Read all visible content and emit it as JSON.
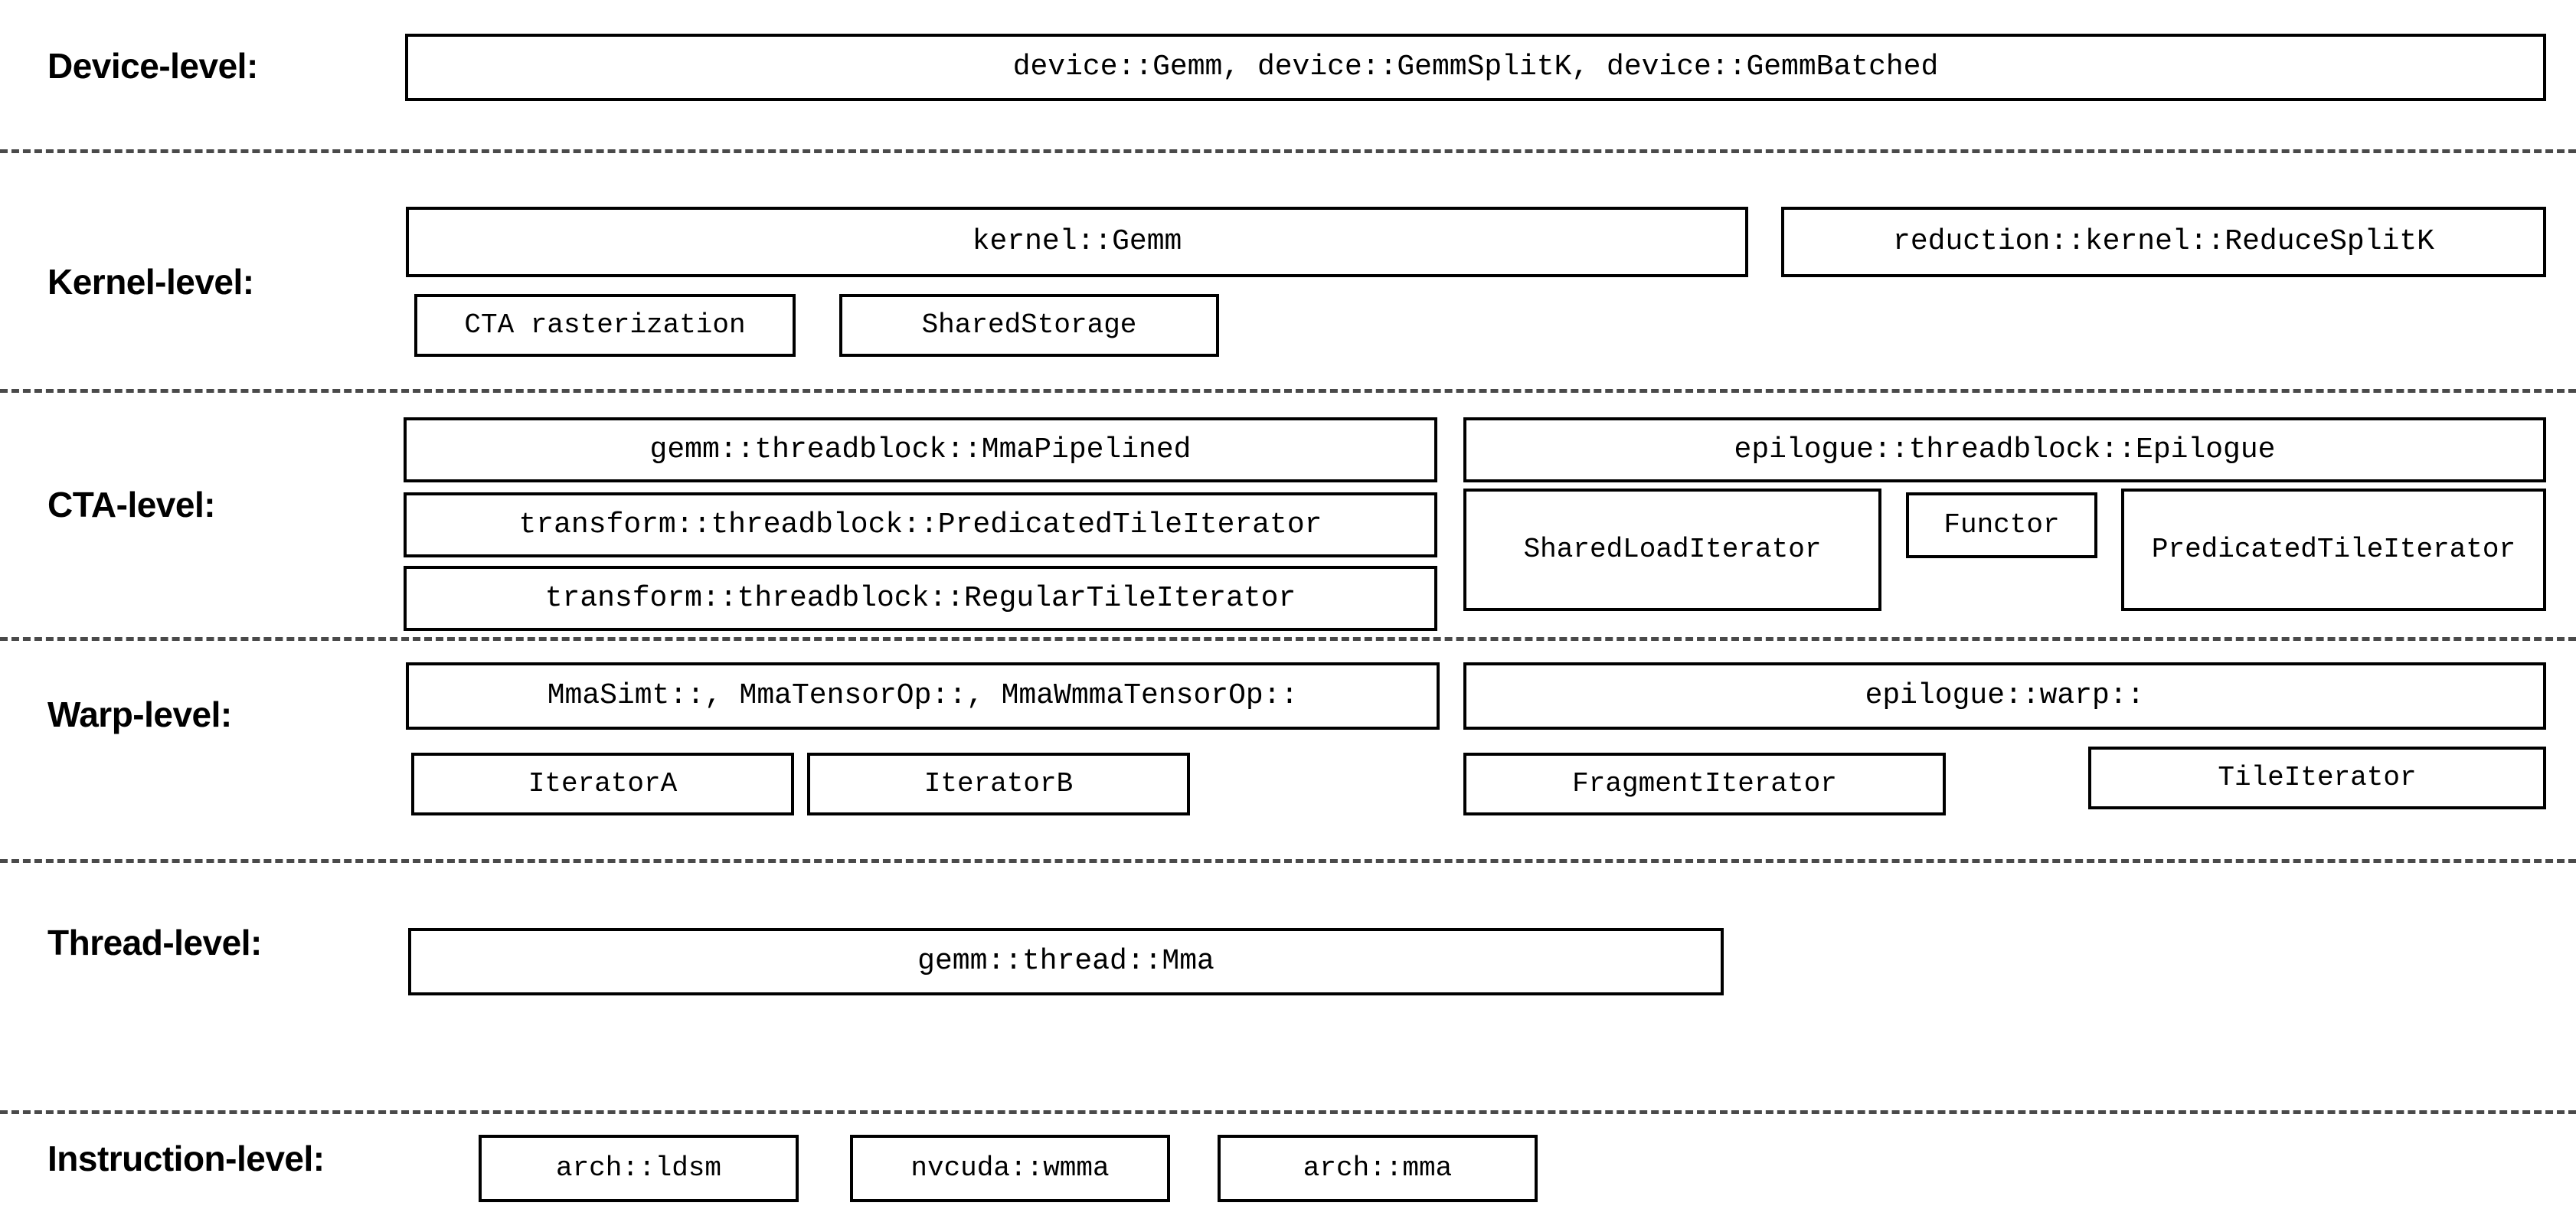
{
  "diagram": {
    "title": "CUTLASS GEMM template hierarchy",
    "background_color": "#ffffff",
    "line_color": "#000000",
    "separator_color": "#4a4a4a"
  },
  "levels": [
    {
      "label": "Device-level:",
      "boxes": [
        {
          "text": "device::Gemm, device::GemmSplitK, device::GemmBatched"
        }
      ]
    },
    {
      "label": "Kernel-level:",
      "boxes": [
        {
          "text": "kernel::Gemm"
        },
        {
          "text": "reduction::kernel::ReduceSplitK"
        },
        {
          "text": "CTA rasterization"
        },
        {
          "text": "SharedStorage"
        }
      ]
    },
    {
      "label": "CTA-level:",
      "boxes": [
        {
          "text": "gemm::threadblock::MmaPipelined"
        },
        {
          "text": "epilogue::threadblock::Epilogue"
        },
        {
          "text": "transform::threadblock::PredicatedTileIterator"
        },
        {
          "text": "SharedLoadIterator"
        },
        {
          "text": "Functor"
        },
        {
          "text": "PredicatedTileIterator"
        },
        {
          "text": "transform::threadblock::RegularTileIterator"
        }
      ]
    },
    {
      "label": "Warp-level:",
      "boxes": [
        {
          "text": "MmaSimt::, MmaTensorOp::, MmaWmmaTensorOp::"
        },
        {
          "text": "epilogue::warp::"
        },
        {
          "text": "IteratorA"
        },
        {
          "text": "IteratorB"
        },
        {
          "text": "FragmentIterator"
        },
        {
          "text": "TileIterator"
        }
      ]
    },
    {
      "label": "Thread-level:",
      "boxes": [
        {
          "text": "gemm::thread::Mma"
        }
      ]
    },
    {
      "label": "Instruction-level:",
      "boxes": [
        {
          "text": "arch::ldsm"
        },
        {
          "text": "nvcuda::wmma"
        },
        {
          "text": "arch::mma"
        }
      ]
    }
  ]
}
